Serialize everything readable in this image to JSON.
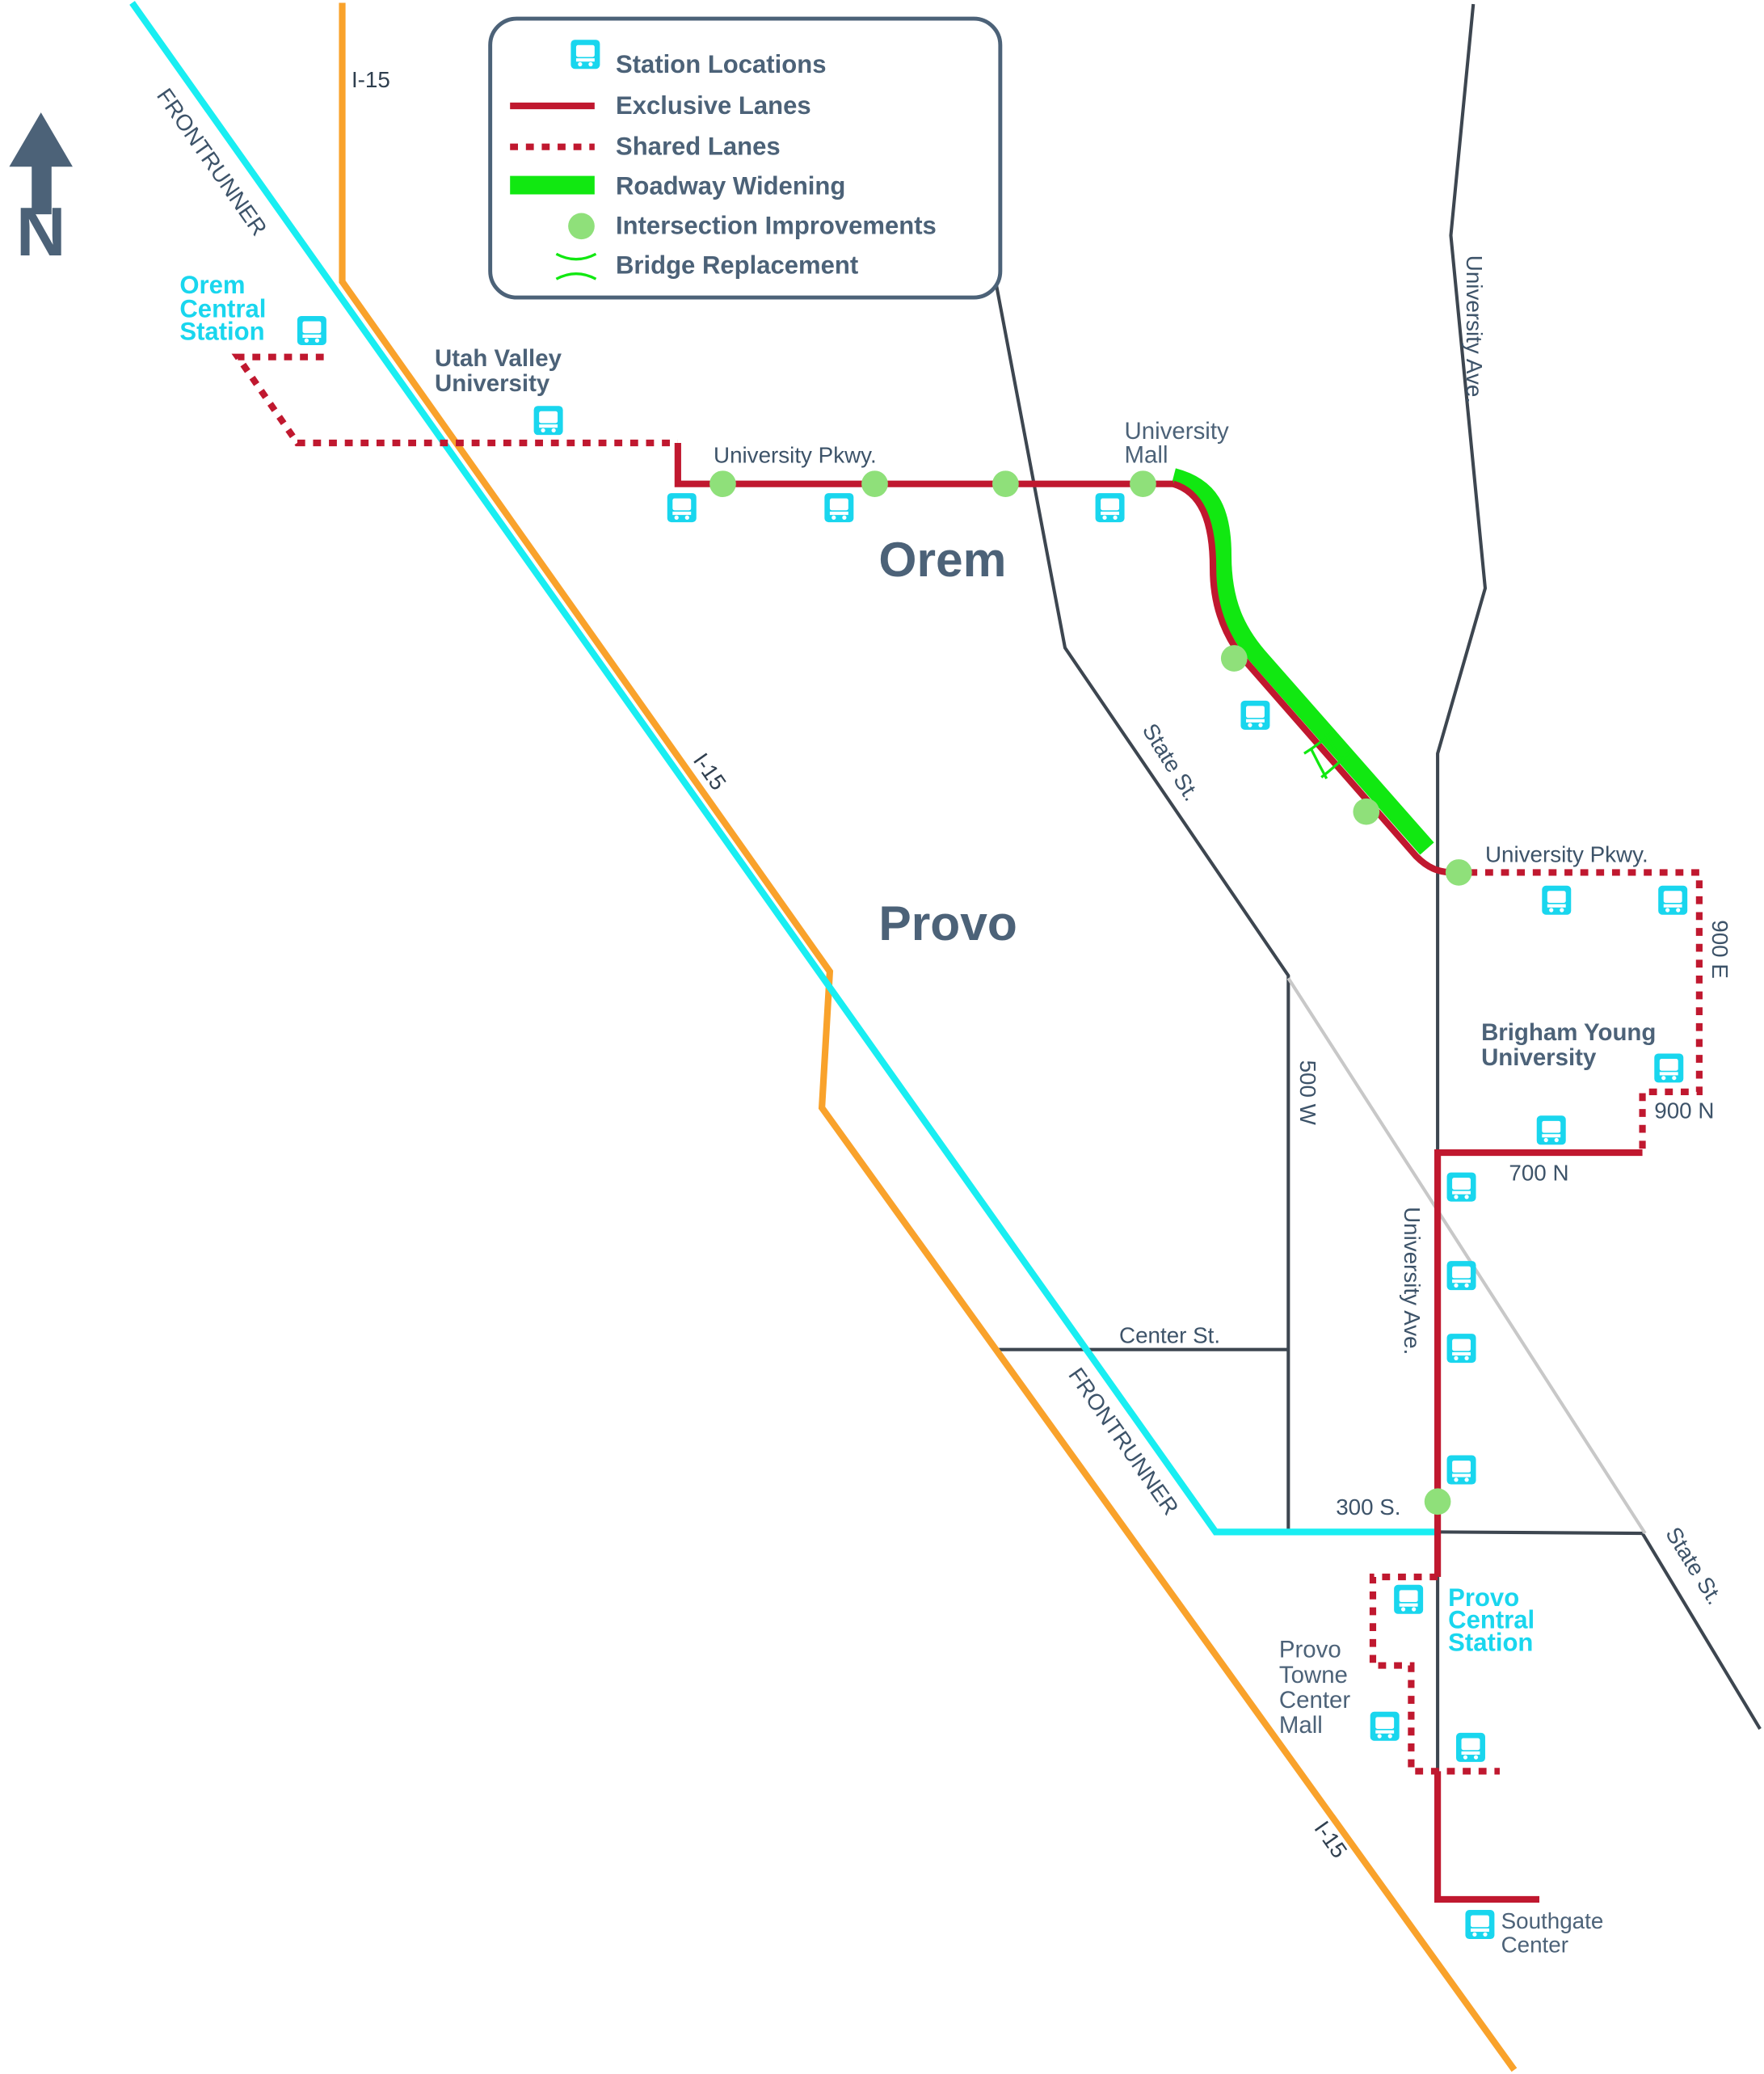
{
  "legend": {
    "items": [
      {
        "label": "Station Locations",
        "icon": "bus-station-icon"
      },
      {
        "label": "Exclusive Lanes",
        "icon": "exclusive-lane-line"
      },
      {
        "label": "Shared Lanes",
        "icon": "shared-lane-dotted-line"
      },
      {
        "label": "Roadway Widening",
        "icon": "widening-line"
      },
      {
        "label": "Intersection Improvements",
        "icon": "intersection-dot-icon"
      },
      {
        "label": "Bridge Replacement",
        "icon": "bridge-icon"
      }
    ]
  },
  "north_arrow": {
    "label": "N"
  },
  "cities": {
    "orem": "Orem",
    "provo": "Provo"
  },
  "places": {
    "orem_central": [
      "Orem",
      "Central",
      "Station"
    ],
    "uvu": [
      "Utah Valley",
      "University"
    ],
    "university_mall": [
      "University",
      "Mall"
    ],
    "byu": [
      "Brigham Young",
      "University"
    ],
    "provo_central": [
      "Provo",
      "Central",
      "Station"
    ],
    "provo_towne": [
      "Provo",
      "Towne",
      "Center",
      "Mall"
    ],
    "southgate": [
      "Southgate",
      "Center"
    ]
  },
  "roads": {
    "i15_top": "I-15",
    "i15_mid": "I-15",
    "i15_bottom": "I-15",
    "frontrunner_top": "FRONTRUNNER",
    "frontrunner_bottom": "FRONTRUNNER",
    "university_pkwy_west": "University Pkwy.",
    "university_pkwy_east": "University Pkwy.",
    "university_ave_north": "University Ave.",
    "university_ave_south": "University Ave.",
    "state_st_north": "State St.",
    "state_st_south": "State St.",
    "w500": "500 W",
    "e900": "900 E",
    "n900": "900 N",
    "n700": "700 N",
    "center_st": "Center St.",
    "s300": "300 S."
  },
  "colors": {
    "exclusive": "#c0182f",
    "shared": "#c0182f",
    "widening": "#11e811",
    "intersection": "#8fe07a",
    "frontrunner": "#19eef2",
    "i15": "#f9a22b",
    "road": "#3d4650",
    "state_st_light": "#c8c8c8",
    "station": "#19d6ee",
    "text": "#4c6278"
  }
}
